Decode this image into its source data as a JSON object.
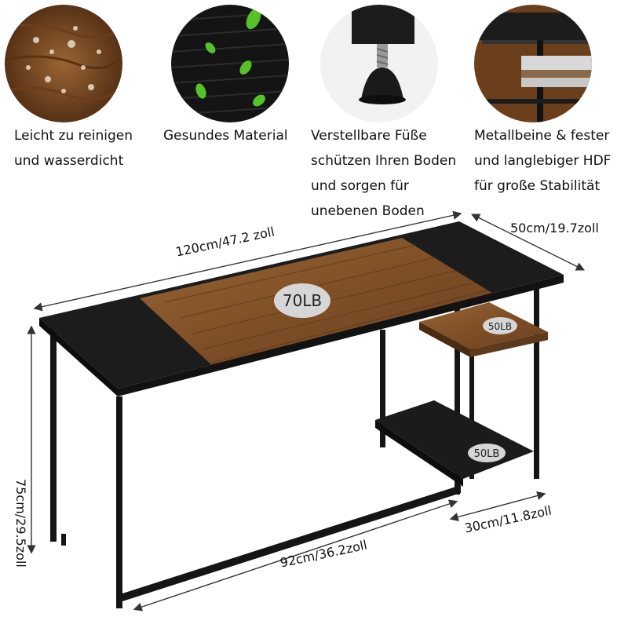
{
  "features": [
    {
      "icon": "wood-texture-icon",
      "lines": [
        "Leicht zu reinigen",
        "und wasserdicht"
      ]
    },
    {
      "icon": "leaf-texture-icon",
      "lines": [
        "Gesundes Material"
      ]
    },
    {
      "icon": "adjustable-foot-icon",
      "lines": [
        "Verstellbare Füße",
        "schützen Ihren Boden",
        "und sorgen für",
        "unebenen Boden"
      ]
    },
    {
      "icon": "metal-corner-icon",
      "lines": [
        "Metallbeine & fester",
        "und langlebiger HDF",
        "für große Stabilität"
      ]
    }
  ],
  "dimensions": {
    "width": "120cm/47.2 zoll",
    "depth": "50cm/19.7zoll",
    "height": "75cm/29.5zoll",
    "leg_span": "92cm/36.2zoll",
    "shelf_width": "30cm/11.8zoll"
  },
  "loads": {
    "top": "70LB",
    "shelf_upper": "50LB",
    "shelf_lower": "50LB"
  },
  "colors": {
    "wood": "#8a5a30",
    "wood_dark": "#5e3a1c",
    "black_panel": "#1c1c1c",
    "frame": "#111111"
  }
}
